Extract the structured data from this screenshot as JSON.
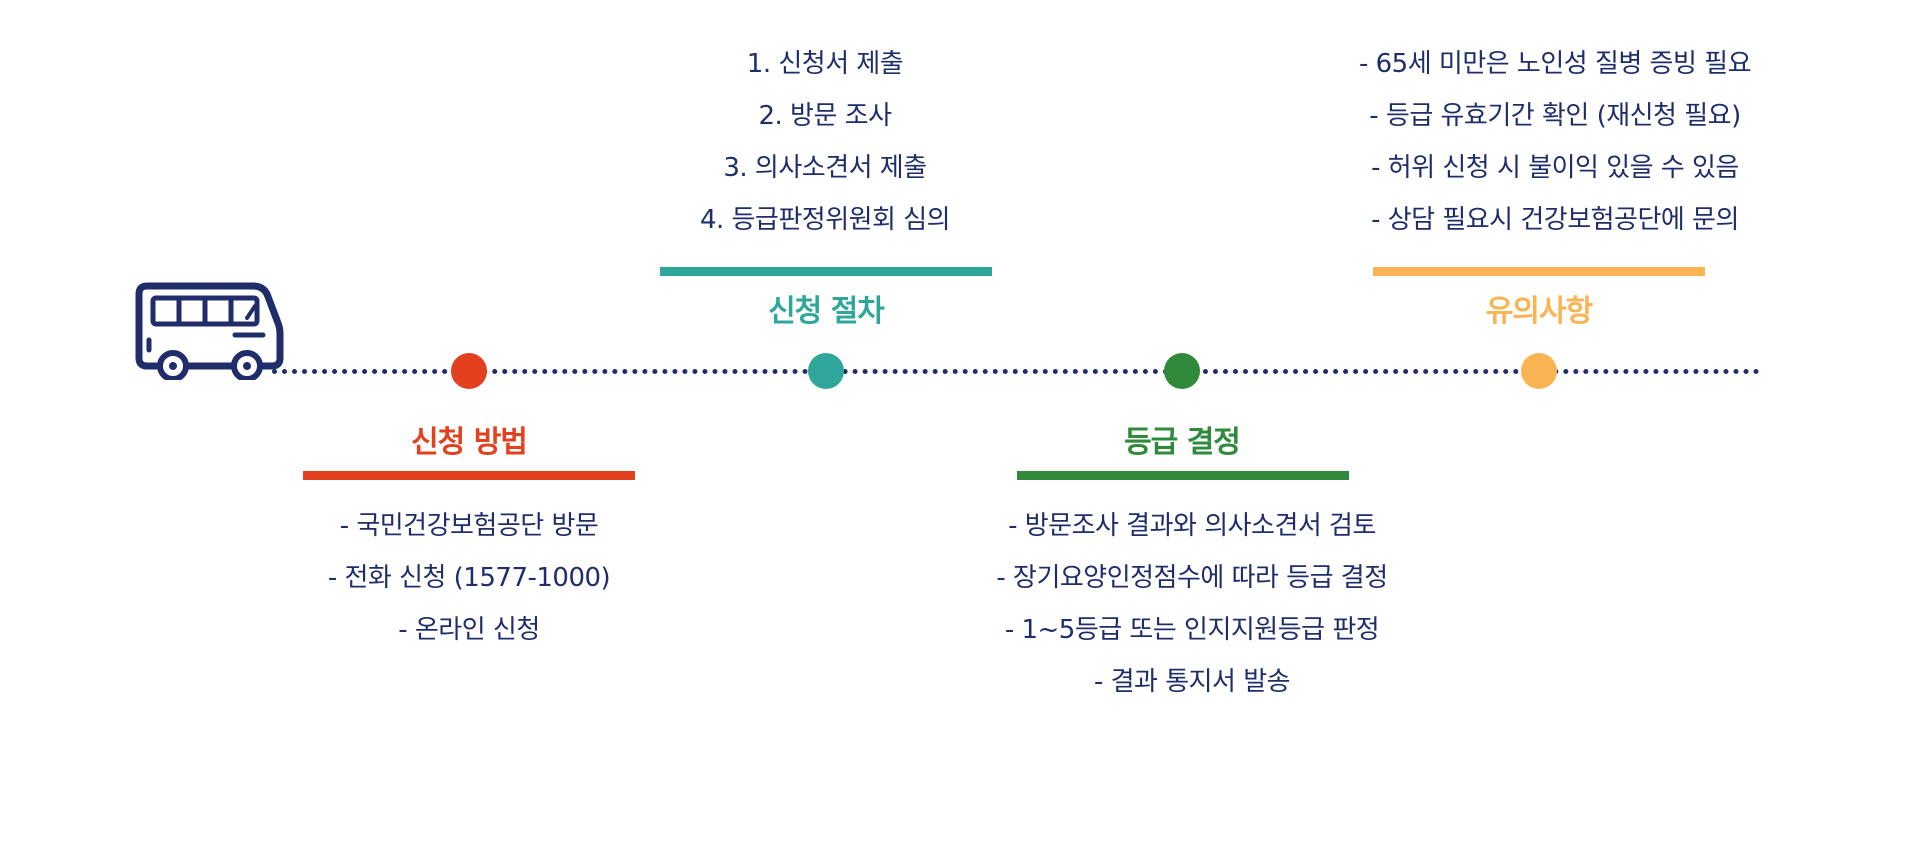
{
  "colors": {
    "navy": "#1f2d6b",
    "red": "#e3401f",
    "teal": "#2ea79a",
    "green": "#2f8b3a",
    "orange": "#fbb454"
  },
  "icons": {
    "start": "bus-icon"
  },
  "steps": [
    {
      "title": "신청 방법",
      "color": "#e3401f",
      "items": [
        "- 국민건강보험공단 방문",
        "- 전화 신청 (1577-1000)",
        "- 온라인 신청"
      ]
    },
    {
      "title": "신청 절차",
      "color": "#2ea79a",
      "items": [
        "1. 신청서 제출",
        "2. 방문 조사",
        "3. 의사소견서 제출",
        "4. 등급판정위원회 심의"
      ]
    },
    {
      "title": "등급 결정",
      "color": "#2f8b3a",
      "items": [
        "- 방문조사 결과와 의사소견서 검토",
        "- 장기요양인정점수에 따라 등급 결정",
        "- 1~5등급 또는 인지지원등급 판정",
        "- 결과 통지서 발송"
      ]
    },
    {
      "title": "유의사항",
      "color": "#fbb454",
      "items": [
        "- 65세 미만은 노인성 질병 증빙 필요",
        "- 등급 유효기간 확인 (재신청 필요)",
        "- 허위 신청 시 불이익 있을 수 있음",
        "- 상담 필요시 건강보험공단에 문의"
      ]
    }
  ]
}
